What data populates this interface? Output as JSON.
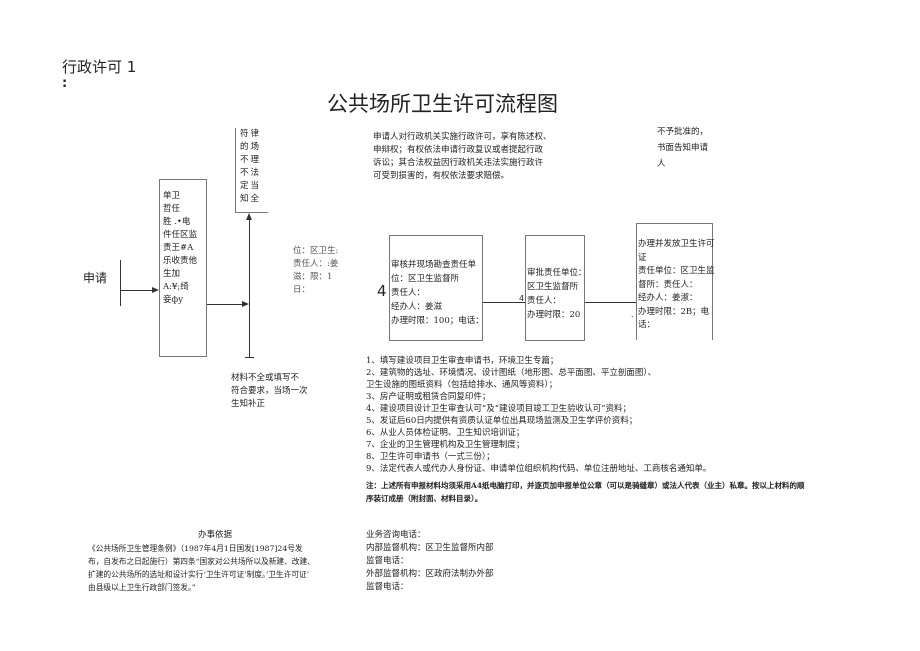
{
  "header": {
    "label": "行政许可 1",
    "colon": ":",
    "title": "公共场所卫生许可流程图"
  },
  "flow": {
    "apply": "申请",
    "accept_box": [
      "单卫",
      "哲任",
      "胜 .•电",
      "件任区监",
      "责王#A",
      "乐收责他",
      "生加",
      "A:¥;绮",
      "妾фу"
    ],
    "reject_box": [
      "符律",
      "的场",
      "不理",
      "不法",
      "定当",
      "知全"
    ],
    "accept_info": [
      "位：区卫生:",
      "责任人：:姜",
      "滋：限：1",
      "日："
    ],
    "incomplete": [
      "材料不全或填写不",
      "符合要求，当场一次",
      "生知补正"
    ],
    "rights": [
      "申请人对行政机关实施行政许可，享有陈述权、",
      "申辩权；有权依法申请行政复议或者提起行政",
      "诉讼；其合法权益因行政机关违法实施行政许",
      "可受到损害的，有权依法要求赔偿。"
    ],
    "not_approved": [
      "不予批准的，",
      "书面告知申请",
      "人"
    ],
    "review_box": [
      "审核并现场勘查责任单",
      "位：区卫生监督所",
      "责任人：",
      "经办人：姜滋",
      "办理时限：100；电话："
    ],
    "review_mark": "4",
    "approve_box": [
      "审批责任单位：",
      "区卫生监督所",
      "责任人：",
      "办理时限：20"
    ],
    "approve_mark": "4",
    "issue_box": [
      "办理并发放卫生许可",
      "证",
      "责任单位：区卫生监",
      "督所：责任人：",
      "经办人：姜淑：",
      "办理时限：2B；电",
      "话："
    ],
    "issue_mark": "."
  },
  "materials": [
    "1、填写建设项目卫生审查申请书，环境卫生专篇；",
    "2、建筑物的选址、环境情况、设计图纸（地形图、总平面图、平立剖面图）、",
    "卫生设施的图纸资料（包括给排水、通风等资料）；",
    "3、房产证明或租赁合同复印件；",
    "4、建设项目设计卫生审查认可”及“建设项目竣工卫生验收认可”资料；",
    "5、发证后60日内提供有资质认证单位出具现场监测及卫生学评价资料；",
    "6、从业人员体检证明、卫生知识培训证；",
    "7、企业的卫生管理机构及卫生管理制度；",
    "8、卫生许可申请书（一式三份）；",
    "9、法定代表人或代办人身份证、申请单位组织机构代码、单位注册地址、工商核名通知单。"
  ],
  "note": [
    "注：上述所有申报材料均须采用A4纸电脑打印，并逐页加申报单位公章（可以是骑缝章）或法人代表（业主）私章。按以上材料的顺",
    "序装订成册（附封面、材料目录）。"
  ],
  "basis": {
    "title": "办事依据",
    "lines": [
      "《公共场所卫生管理条例》（1987年4月1日国发[1987]24号发",
      "布，自发布之日起施行）第四条“国家对公共场所以及新建、改建、",
      "扩建的公共场所的选址和设计实行‘卫生许可证’制度。’卫生许可证’",
      "由县级以上卫生行政部门签发。”"
    ]
  },
  "contact": [
    "业务咨询电话：",
    "内部监督机构：区卫生监督所内部",
    "监督电话：",
    "外部监督机构：区政府法制办外部",
    "监督电话："
  ]
}
